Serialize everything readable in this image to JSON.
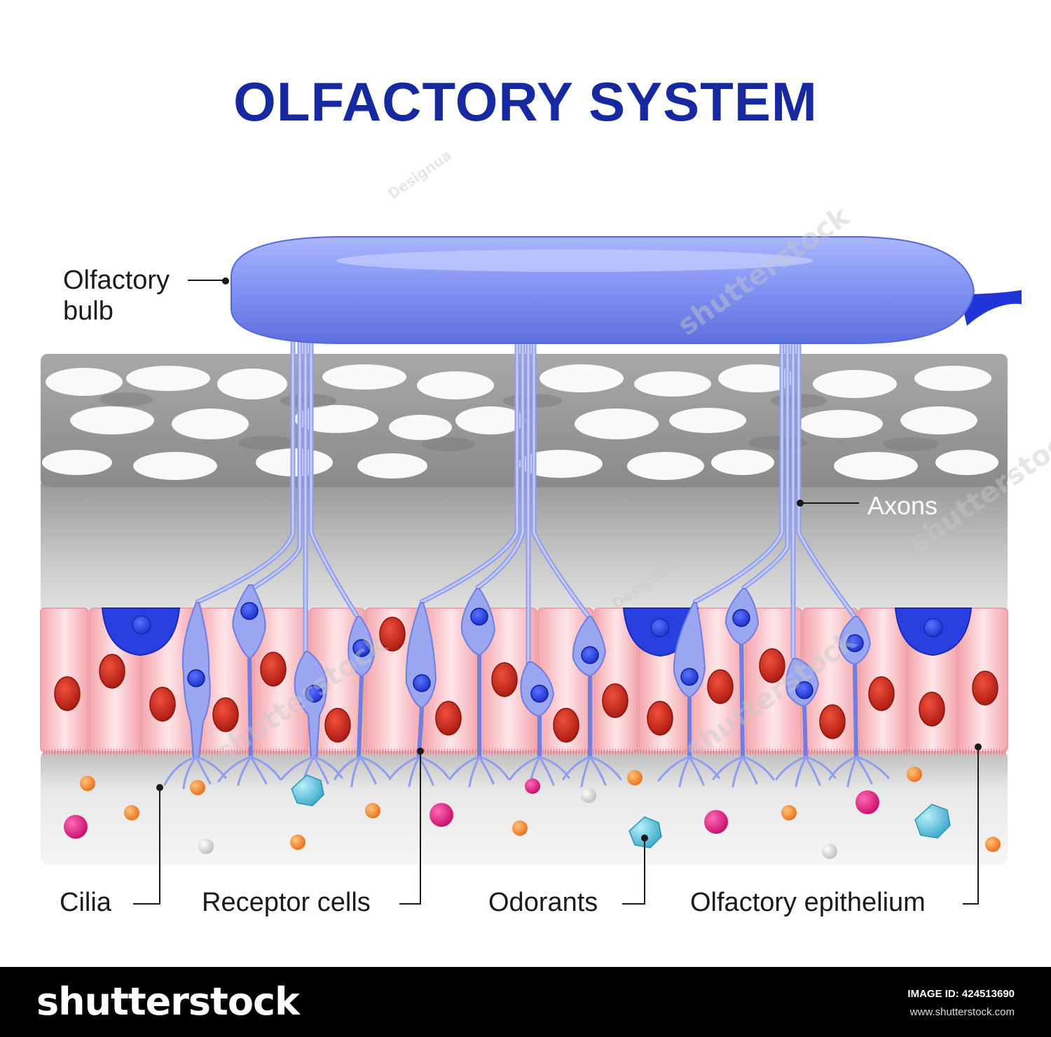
{
  "title": "OLFACTORY SYSTEM",
  "labels": {
    "bulb_line1": "Olfactory",
    "bulb_line2": "bulb",
    "axons": "Axons",
    "cilia": "Cilia",
    "receptor": "Receptor cells",
    "odorants": "Odorants",
    "epithelium": "Olfactory epithelium"
  },
  "watermark": {
    "text": "shutterstock",
    "author": "Designua"
  },
  "footer": {
    "brand": "shutterstock",
    "image_id": "IMAGE ID: 424513690",
    "site": "www.shutterstock.com"
  },
  "colors": {
    "title": "#16299e",
    "bulb": "#7f8ff0",
    "neuron": "#9aa6f0",
    "nucleus": "#2c3fe0",
    "epithelium": "#f7c4c8",
    "red_nucleus": "#c8281e",
    "support_cell": "#1f35d8",
    "odorant_orange": "#f08a2c",
    "odorant_magenta": "#e0157c",
    "odorant_cyan": "#5ec8e0",
    "odorant_gray": "#d8d8d8"
  }
}
